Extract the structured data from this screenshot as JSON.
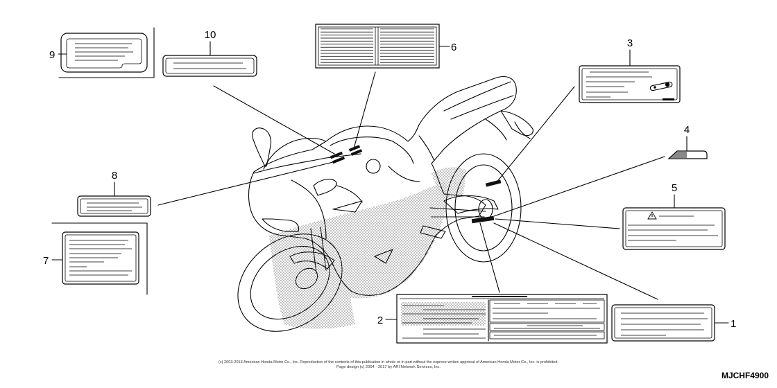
{
  "callout_numbers": [
    "1",
    "2",
    "3",
    "4",
    "5",
    "6",
    "7",
    "8",
    "9",
    "10"
  ],
  "diagram_code": "MJCHF4900",
  "footer": {
    "copyright": "(c) 2003-2013 American Honda Motor Co., Inc. Reproduction of the contents of this publication in whole or in part without the express written approval of American Honda Motor Co., Inc. is prohibited.",
    "page_design": "Page design (c) 2004 - 2017 by ARI Network Services, Inc."
  },
  "icons": {
    "label_5_symbol": "warning-triangle-icon",
    "label_3_symbol": "tool-icon"
  },
  "colors": {
    "line": "#000000",
    "background": "#ffffff",
    "stipple": "#444444"
  }
}
